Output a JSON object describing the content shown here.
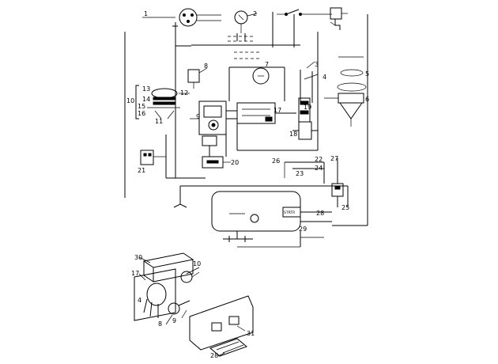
{
  "callouts": {
    "n2": "2",
    "n7": "7",
    "n8": "8",
    "n9": "9",
    "n10": "10",
    "n11": "11",
    "n12": "12",
    "n13": "13",
    "n14": "14",
    "n15": "15",
    "n16": "16",
    "n17": "17",
    "n18": "18",
    "n19": "19",
    "n20": "20",
    "n21": "21",
    "n22": "22",
    "n23": "23",
    "n24": "24",
    "n25": "25",
    "n26": "26",
    "n27": "27",
    "n28": "28",
    "n29": "29",
    "n30": "30",
    "n31": "31",
    "n1": "1",
    "n3": "3",
    "n4": "4",
    "n5": "5",
    "n6": "6"
  },
  "labels": {
    "starter": "STRTR"
  },
  "colors": {
    "ink": "#000000",
    "paper": "#ffffff"
  }
}
